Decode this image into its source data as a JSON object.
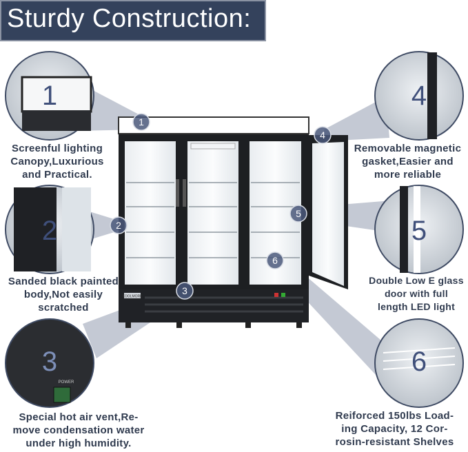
{
  "header": {
    "title": "Sturdy Construction:"
  },
  "fridge": {
    "brand": "KOOLMORE"
  },
  "colors": {
    "header_bg": "#34425c",
    "caption_text": "#2f3a4e",
    "marker_fill": "#4a587a"
  },
  "features": [
    {
      "number": "1",
      "caption": [
        "Screenful lighting",
        "Canopy,Luxurious",
        "and Practical."
      ]
    },
    {
      "number": "2",
      "caption": [
        "Sanded black painted",
        "body,Not easily",
        "scratched"
      ]
    },
    {
      "number": "3",
      "caption": [
        "Special hot air vent,Re-",
        "move condensation water",
        "under high humidity."
      ],
      "panel_label": "POWER"
    },
    {
      "number": "4",
      "caption": [
        "Removable magnetic",
        "gasket,Easier and",
        "more reliable"
      ]
    },
    {
      "number": "5",
      "caption": [
        "Double Low E glass",
        "door with full",
        "length LED light"
      ]
    },
    {
      "number": "6",
      "caption": [
        "Reiforced 150lbs Load-",
        "ing Capacity, 12 Cor-",
        "rosin-resistant Shelves"
      ]
    }
  ]
}
